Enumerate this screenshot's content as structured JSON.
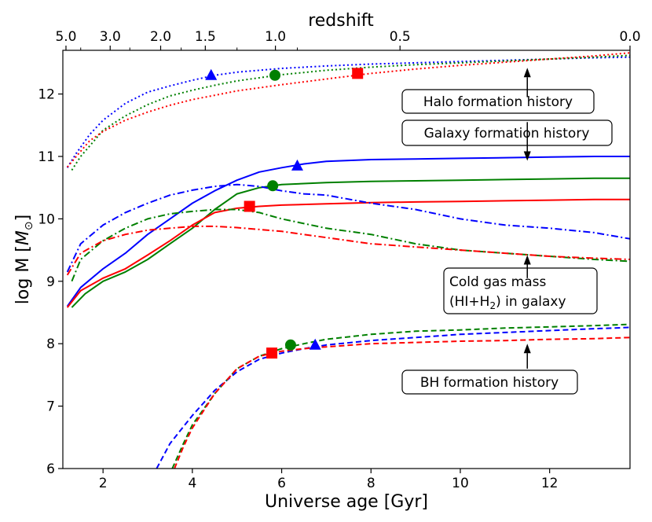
{
  "chart_data": {
    "type": "line",
    "xlabel": "Universe age [Gyr]",
    "ylabel_main": "log M [",
    "ylabel_math": "M",
    "ylabel_sub": "⊙",
    "ylabel_end": "]",
    "top_label": "redshift",
    "xlim": [
      1.1,
      13.8
    ],
    "ylim": [
      6,
      12.7
    ],
    "x_ticks": [
      2,
      4,
      6,
      8,
      10,
      12
    ],
    "x_tick_labels": [
      "2",
      "4",
      "6",
      "8",
      "10",
      "12"
    ],
    "y_ticks": [
      6,
      7,
      8,
      9,
      10,
      11,
      12
    ],
    "y_tick_labels": [
      "6",
      "7",
      "8",
      "9",
      "10",
      "11",
      "12"
    ],
    "top_ticks": [
      {
        "age": 1.17,
        "label": "5.0"
      },
      {
        "age": 2.16,
        "label": "3.0"
      },
      {
        "age": 3.29,
        "label": "2.0"
      },
      {
        "age": 4.29,
        "label": "1.5"
      },
      {
        "age": 5.86,
        "label": "1.0"
      },
      {
        "age": 8.65,
        "label": "0.5"
      },
      {
        "age": 13.8,
        "label": "0.0"
      }
    ],
    "top_minor_ticks": [
      1.5,
      2.6,
      3.75,
      5.0,
      6.35
    ],
    "colors": {
      "blue": "#0000ff",
      "green": "#008000",
      "red": "#ff0000"
    },
    "series": [
      {
        "group": "halo",
        "color": "blue",
        "dash": "dotted",
        "x": [
          1.2,
          1.4,
          1.7,
          2.0,
          2.5,
          3.0,
          3.5,
          4.0,
          4.5,
          5.0,
          6.0,
          7.0,
          8.0,
          9.0,
          10.0,
          11.0,
          12.0,
          13.0,
          13.8
        ],
        "y": [
          10.82,
          11.05,
          11.35,
          11.58,
          11.85,
          12.03,
          12.13,
          12.22,
          12.3,
          12.35,
          12.41,
          12.45,
          12.48,
          12.5,
          12.52,
          12.54,
          12.56,
          12.58,
          12.59
        ]
      },
      {
        "group": "halo",
        "color": "green",
        "dash": "dotted",
        "x": [
          1.3,
          1.5,
          1.8,
          2.0,
          2.5,
          3.0,
          3.5,
          4.0,
          4.5,
          5.0,
          6.0,
          7.0,
          8.0,
          9.0,
          10.0,
          11.0,
          12.0,
          13.0,
          13.8
        ],
        "y": [
          10.78,
          11.0,
          11.25,
          11.42,
          11.65,
          11.83,
          11.97,
          12.06,
          12.14,
          12.21,
          12.31,
          12.38,
          12.43,
          12.47,
          12.5,
          12.53,
          12.56,
          12.59,
          12.62
        ]
      },
      {
        "group": "halo",
        "color": "red",
        "dash": "dotted",
        "x": [
          1.2,
          1.4,
          1.7,
          2.0,
          2.5,
          3.0,
          3.5,
          4.0,
          4.5,
          5.0,
          6.0,
          7.0,
          8.0,
          9.0,
          10.0,
          11.0,
          12.0,
          13.0,
          13.8
        ],
        "y": [
          10.83,
          11.0,
          11.25,
          11.4,
          11.58,
          11.71,
          11.82,
          11.91,
          11.98,
          12.05,
          12.15,
          12.24,
          12.33,
          12.4,
          12.46,
          12.51,
          12.56,
          12.61,
          12.66
        ]
      },
      {
        "group": "galaxy",
        "color": "blue",
        "dash": "solid",
        "x": [
          1.2,
          1.5,
          2.0,
          2.5,
          3.0,
          3.5,
          4.0,
          4.5,
          5.0,
          5.5,
          6.0,
          6.5,
          7.0,
          8.0,
          9.0,
          10.0,
          11.0,
          12.0,
          13.0,
          13.8
        ],
        "y": [
          8.6,
          8.9,
          9.2,
          9.45,
          9.75,
          10.0,
          10.25,
          10.45,
          10.62,
          10.75,
          10.82,
          10.88,
          10.92,
          10.95,
          10.96,
          10.97,
          10.98,
          10.99,
          11.0,
          11.0
        ]
      },
      {
        "group": "galaxy",
        "color": "green",
        "dash": "solid",
        "x": [
          1.3,
          1.6,
          2.0,
          2.5,
          3.0,
          3.5,
          4.0,
          4.5,
          5.0,
          5.5,
          6.0,
          7.0,
          8.0,
          9.0,
          10.0,
          11.0,
          12.0,
          13.0,
          13.8
        ],
        "y": [
          8.58,
          8.8,
          9.0,
          9.15,
          9.35,
          9.6,
          9.85,
          10.15,
          10.4,
          10.5,
          10.55,
          10.58,
          10.6,
          10.61,
          10.62,
          10.63,
          10.64,
          10.65,
          10.65
        ]
      },
      {
        "group": "galaxy",
        "color": "red",
        "dash": "solid",
        "x": [
          1.2,
          1.5,
          2.0,
          2.5,
          3.0,
          3.5,
          4.0,
          4.5,
          5.0,
          5.5,
          6.0,
          7.0,
          8.0,
          9.0,
          10.0,
          11.0,
          12.0,
          13.0,
          13.8
        ],
        "y": [
          8.58,
          8.85,
          9.05,
          9.2,
          9.42,
          9.65,
          9.9,
          10.1,
          10.17,
          10.2,
          10.22,
          10.24,
          10.26,
          10.27,
          10.28,
          10.29,
          10.3,
          10.31,
          10.31
        ]
      },
      {
        "group": "coldgas",
        "color": "blue",
        "dash": "dashdot",
        "x": [
          1.2,
          1.5,
          2.0,
          2.5,
          3.0,
          3.5,
          4.0,
          4.5,
          5.0,
          5.5,
          6.0,
          6.5,
          7.0,
          8.0,
          9.0,
          10.0,
          11.0,
          12.0,
          13.0,
          13.8
        ],
        "y": [
          9.15,
          9.6,
          9.9,
          10.1,
          10.25,
          10.38,
          10.46,
          10.52,
          10.55,
          10.52,
          10.45,
          10.4,
          10.38,
          10.25,
          10.15,
          10.0,
          9.9,
          9.85,
          9.78,
          9.68
        ]
      },
      {
        "group": "coldgas",
        "color": "green",
        "dash": "dashdot",
        "x": [
          1.3,
          1.5,
          2.0,
          2.5,
          3.0,
          3.5,
          4.0,
          4.5,
          5.0,
          5.5,
          6.0,
          7.0,
          8.0,
          9.0,
          10.0,
          11.0,
          12.0,
          13.0,
          13.8
        ],
        "y": [
          9.0,
          9.35,
          9.65,
          9.85,
          10.0,
          10.08,
          10.12,
          10.15,
          10.15,
          10.1,
          10.0,
          9.85,
          9.75,
          9.6,
          9.5,
          9.45,
          9.4,
          9.35,
          9.32
        ]
      },
      {
        "group": "coldgas",
        "color": "red",
        "dash": "dashdot",
        "x": [
          1.2,
          1.5,
          2.0,
          2.5,
          3.0,
          3.5,
          4.0,
          4.5,
          5.0,
          6.0,
          7.0,
          8.0,
          9.0,
          10.0,
          11.0,
          12.0,
          13.0,
          13.8
        ],
        "y": [
          9.1,
          9.45,
          9.65,
          9.75,
          9.82,
          9.85,
          9.88,
          9.88,
          9.86,
          9.8,
          9.7,
          9.6,
          9.55,
          9.5,
          9.45,
          9.4,
          9.37,
          9.35
        ]
      },
      {
        "group": "bh",
        "color": "blue",
        "dash": "dashed",
        "x": [
          3.2,
          3.5,
          4.0,
          4.5,
          5.0,
          5.5,
          6.0,
          6.5,
          7.0,
          8.0,
          9.0,
          10.0,
          11.0,
          12.0,
          13.0,
          13.8
        ],
        "y": [
          6.0,
          6.4,
          6.85,
          7.25,
          7.55,
          7.75,
          7.85,
          7.92,
          7.98,
          8.05,
          8.1,
          8.15,
          8.18,
          8.21,
          8.24,
          8.26
        ]
      },
      {
        "group": "bh",
        "color": "green",
        "dash": "dashed",
        "x": [
          3.55,
          3.8,
          4.0,
          4.5,
          5.0,
          5.5,
          6.0,
          6.5,
          7.0,
          8.0,
          9.0,
          10.0,
          11.0,
          12.0,
          13.0,
          13.8
        ],
        "y": [
          6.0,
          6.4,
          6.7,
          7.2,
          7.6,
          7.8,
          7.92,
          8.0,
          8.07,
          8.15,
          8.2,
          8.22,
          8.25,
          8.27,
          8.29,
          8.31
        ]
      },
      {
        "group": "bh",
        "color": "red",
        "dash": "dashed",
        "x": [
          3.6,
          3.8,
          4.0,
          4.5,
          5.0,
          5.5,
          6.0,
          6.5,
          7.0,
          8.0,
          9.0,
          10.0,
          11.0,
          12.0,
          13.0,
          13.8
        ],
        "y": [
          6.0,
          6.35,
          6.65,
          7.2,
          7.6,
          7.8,
          7.88,
          7.92,
          7.95,
          8.0,
          8.02,
          8.04,
          8.05,
          8.07,
          8.08,
          8.1
        ]
      }
    ],
    "markers": [
      {
        "color": "blue",
        "shape": "triangle",
        "x": 4.42,
        "y": 12.3
      },
      {
        "color": "green",
        "shape": "circle",
        "x": 5.85,
        "y": 12.3
      },
      {
        "color": "red",
        "shape": "square",
        "x": 7.7,
        "y": 12.33
      },
      {
        "color": "blue",
        "shape": "triangle",
        "x": 6.35,
        "y": 10.85
      },
      {
        "color": "green",
        "shape": "circle",
        "x": 5.8,
        "y": 10.53
      },
      {
        "color": "red",
        "shape": "square",
        "x": 5.28,
        "y": 10.2
      },
      {
        "color": "green",
        "shape": "circle",
        "x": 6.2,
        "y": 7.98
      },
      {
        "color": "blue",
        "shape": "triangle",
        "x": 6.75,
        "y": 7.98
      },
      {
        "color": "red",
        "shape": "square",
        "x": 5.78,
        "y": 7.85
      }
    ],
    "annotations": [
      {
        "text": "Halo formation history",
        "arrow_x": 11.5,
        "arrow_from": 11.95,
        "arrow_to": 12.42
      },
      {
        "text": "Galaxy formation history",
        "arrow_x": 11.5,
        "arrow_from": 11.55,
        "arrow_to": 10.93
      },
      {
        "text_line1": "Cold gas mass",
        "text_line2_pre": "(HI+H",
        "text_line2_sub": "2",
        "text_line2_post": ") in galaxy",
        "arrow_x": 11.5,
        "arrow_from": 9.05,
        "arrow_to": 9.42
      },
      {
        "text": "BH formation history",
        "arrow_x": 11.5,
        "arrow_from": 7.6,
        "arrow_to": 8.0
      }
    ]
  }
}
